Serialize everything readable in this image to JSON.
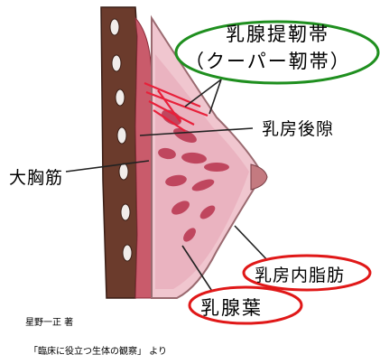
{
  "labels": {
    "ligament_title": "乳腺提靭帯",
    "ligament_alt": "（クーパー靭帯）",
    "retromammary_space": "乳房後隙",
    "pectoralis_major": "大胸筋",
    "intramammary_fat": "乳房内脂肪",
    "mammary_lobe": "乳腺葉"
  },
  "credit": {
    "author": "星野一正 著",
    "source": "「臨床に役立つ生体の観察」 より"
  },
  "colors": {
    "green_ellipse": "#1f8f1f",
    "red_ellipse": "#e01818",
    "ligament_lines": "#e8203a",
    "tissue_pink": "#e9a9b8",
    "gland_dark": "#b8334e",
    "muscle_dark": "#5e3428"
  }
}
